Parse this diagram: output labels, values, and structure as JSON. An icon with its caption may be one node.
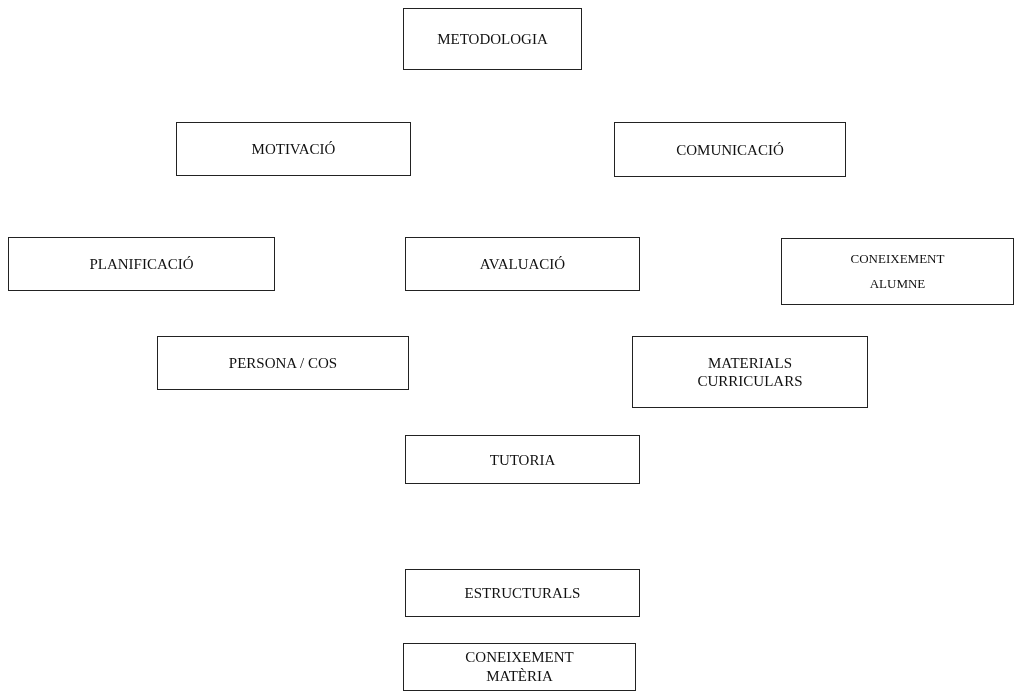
{
  "diagram": {
    "nodes": [
      {
        "text": [
          "METODOLOGIA"
        ]
      },
      {
        "text": [
          "MOTIVACIÓ"
        ]
      },
      {
        "text": [
          "COMUNICACIÓ"
        ]
      },
      {
        "text": [
          "PLANIFICACIÓ"
        ]
      },
      {
        "text": [
          "AVALUACIÓ"
        ]
      },
      {
        "text": [
          "CONEIXEMENT ALUMNE"
        ]
      },
      {
        "text": [
          "PERSONA / COS"
        ]
      },
      {
        "text": [
          "MATERIALS CURRICULARS"
        ]
      },
      {
        "text": [
          "TUTORIA"
        ]
      },
      {
        "text": [
          "ESTRUCTURALS"
        ]
      },
      {
        "text": [
          "CONEIXEMENT MATÈRIA"
        ]
      }
    ]
  }
}
